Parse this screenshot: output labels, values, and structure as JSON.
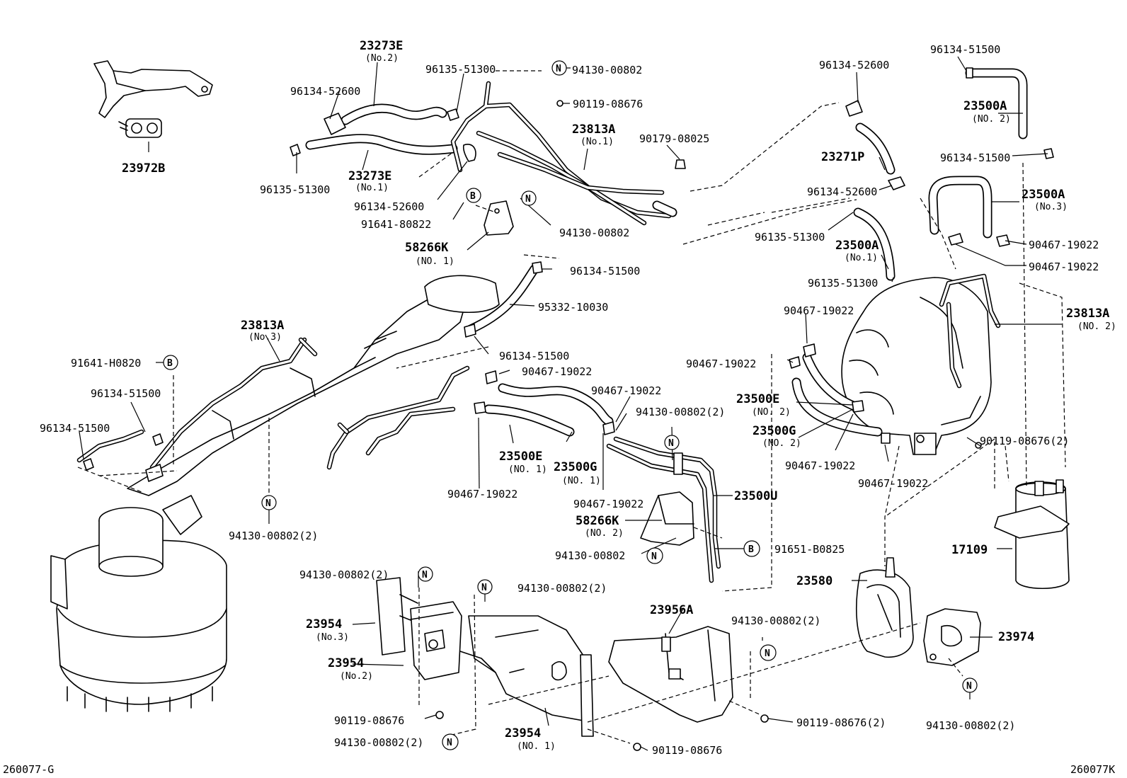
{
  "footer": {
    "left_code": "260077-G",
    "right_code": "260077K"
  },
  "callouts": [
    {
      "label": "23273E",
      "sub": "(No.2)"
    },
    {
      "label": "96135-51300"
    },
    {
      "label": "94130-00802",
      "marker": "N"
    },
    {
      "label": "96134-52600"
    },
    {
      "label": "90119-08676"
    },
    {
      "label": "23813A",
      "sub": "(No.1)"
    },
    {
      "label": "90179-08025"
    },
    {
      "label": "23273E",
      "sub": "(No.1)"
    },
    {
      "label": "96135-51300"
    },
    {
      "label": "96134-52600"
    },
    {
      "label": "91641-80822",
      "marker": "B"
    },
    {
      "label": "94130-00802",
      "marker": "N"
    },
    {
      "label": "58266K",
      "sub": "(NO. 1)"
    },
    {
      "label": "23972B"
    },
    {
      "label": "96134-51500"
    },
    {
      "label": "96134-52600"
    },
    {
      "label": "23500A",
      "sub": "(NO. 2)"
    },
    {
      "label": "96134-51500"
    },
    {
      "label": "23271P"
    },
    {
      "label": "96134-52600"
    },
    {
      "label": "23500A",
      "sub": "(No.3)"
    },
    {
      "label": "96135-51300"
    },
    {
      "label": "23500A",
      "sub": "(No.1)"
    },
    {
      "label": "90467-19022"
    },
    {
      "label": "90467-19022"
    },
    {
      "label": "96135-51300"
    },
    {
      "label": "96134-51500"
    },
    {
      "label": "95332-10030"
    },
    {
      "label": "96134-51500"
    },
    {
      "label": "23813A",
      "sub": "(No.3)"
    },
    {
      "label": "91641-H0820",
      "marker": "B"
    },
    {
      "label": "96134-51500"
    },
    {
      "label": "96134-51500"
    },
    {
      "label": "90467-19022"
    },
    {
      "label": "90467-19022"
    },
    {
      "label": "23813A",
      "sub": "(NO. 2)"
    },
    {
      "label": "90467-19022"
    },
    {
      "label": "90467-19022"
    },
    {
      "label": "94130-00802(2)",
      "marker": "N"
    },
    {
      "label": "23500E",
      "sub": "(NO. 2)"
    },
    {
      "label": "23500G",
      "sub": "(NO. 2)"
    },
    {
      "label": "90467-19022"
    },
    {
      "label": "90467-19022"
    },
    {
      "label": "90119-08676(2)"
    },
    {
      "label": "23500E",
      "sub": "(NO. 1)"
    },
    {
      "label": "23500G",
      "sub": "(NO. 1)"
    },
    {
      "label": "90467-19022"
    },
    {
      "label": "90467-19022"
    },
    {
      "label": "23500U"
    },
    {
      "label": "58266K",
      "sub": "(NO. 2)"
    },
    {
      "label": "94130-00802",
      "marker": "N"
    },
    {
      "label": "91651-B0825",
      "marker": "B"
    },
    {
      "label": "94130-00802(2)",
      "marker": "N"
    },
    {
      "label": "17109"
    },
    {
      "label": "23580"
    },
    {
      "label": "94130-00802(2)",
      "marker": "N"
    },
    {
      "label": "94130-00802(2)",
      "marker": "N"
    },
    {
      "label": "23954",
      "sub": "(No.3)"
    },
    {
      "label": "23954",
      "sub": "(No.2)"
    },
    {
      "label": "23956A"
    },
    {
      "label": "94130-00802(2)",
      "marker": "N"
    },
    {
      "label": "23974"
    },
    {
      "label": "90119-08676"
    },
    {
      "label": "94130-00802(2)",
      "marker": "N"
    },
    {
      "label": "23954",
      "sub": "(NO. 1)"
    },
    {
      "label": "90119-08676(2)"
    },
    {
      "label": "90119-08676"
    },
    {
      "label": "94130-00802(2)",
      "marker": "N"
    }
  ]
}
